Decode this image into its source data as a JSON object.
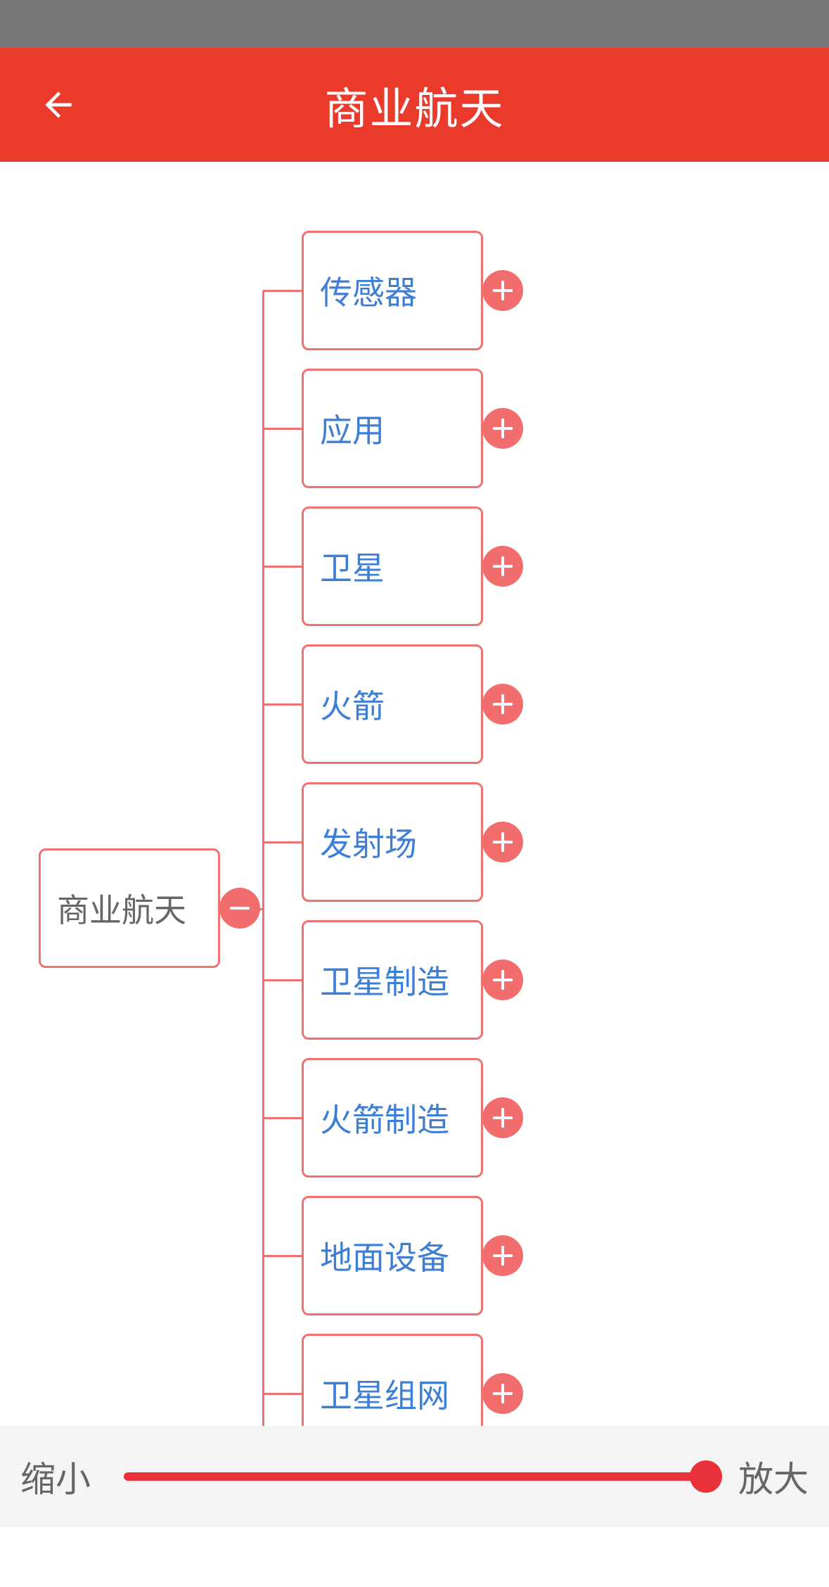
{
  "app_bar": {
    "title": "商业航天",
    "back_icon": "arrow-left-icon",
    "background_color": "#ea3a2c"
  },
  "tree": {
    "root": {
      "label": "商业航天",
      "toggle_icon": "minus-circle-icon"
    },
    "children": [
      {
        "label": "传感器",
        "toggle_icon": "plus-circle-icon"
      },
      {
        "label": "应用",
        "toggle_icon": "plus-circle-icon"
      },
      {
        "label": "卫星",
        "toggle_icon": "plus-circle-icon"
      },
      {
        "label": "火箭",
        "toggle_icon": "plus-circle-icon"
      },
      {
        "label": "发射场",
        "toggle_icon": "plus-circle-icon"
      },
      {
        "label": "卫星制造",
        "toggle_icon": "plus-circle-icon"
      },
      {
        "label": "火箭制造",
        "toggle_icon": "plus-circle-icon"
      },
      {
        "label": "地面设备",
        "toggle_icon": "plus-circle-icon"
      },
      {
        "label": "卫星组网",
        "toggle_icon": "plus-circle-icon"
      }
    ],
    "line_color": "#f07270",
    "child_text_color": "#3d7fd6",
    "toggle_color": "#f26d6d"
  },
  "zoom": {
    "zoom_out_label": "缩小",
    "zoom_in_label": "放大",
    "level": 1.0,
    "slider_color": "#e9313a"
  }
}
